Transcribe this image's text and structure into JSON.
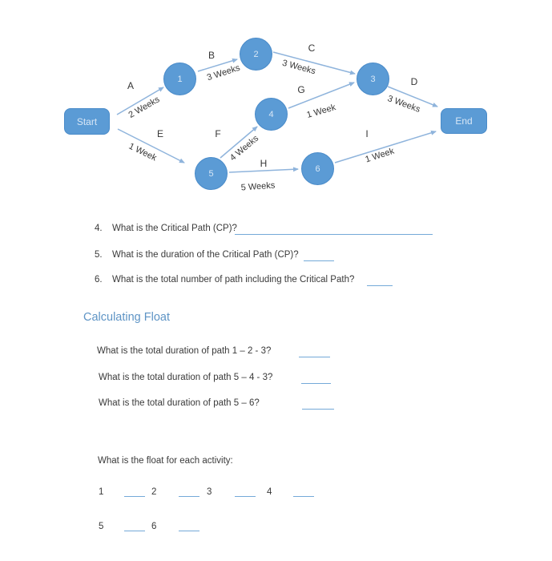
{
  "diagram": {
    "nodes": {
      "start": "Start",
      "n1": "1",
      "n2": "2",
      "n3": "3",
      "n4": "4",
      "n5": "5",
      "n6": "6",
      "end": "End"
    },
    "activities": {
      "a": {
        "letter": "A",
        "duration": "2 Weeks",
        "from": "Start",
        "to": "1"
      },
      "b": {
        "letter": "B",
        "duration": "3 Weeks",
        "from": "1",
        "to": "2"
      },
      "c": {
        "letter": "C",
        "duration": "3 Weeks",
        "from": "2",
        "to": "3"
      },
      "d": {
        "letter": "D",
        "duration": "3 Weeks",
        "from": "3",
        "to": "End"
      },
      "e": {
        "letter": "E",
        "duration": "1 Week",
        "from": "Start",
        "to": "5"
      },
      "f": {
        "letter": "F",
        "duration": "4 Weeks",
        "from": "5",
        "to": "4"
      },
      "g": {
        "letter": "G",
        "duration": "1 Week",
        "from": "4",
        "to": "3"
      },
      "h": {
        "letter": "H",
        "duration": "5 Weeks",
        "from": "5",
        "to": "6"
      },
      "i": {
        "letter": "I",
        "duration": "1 Week",
        "from": "6",
        "to": "End"
      }
    }
  },
  "questions": [
    {
      "number": "4.",
      "text": "What is the Critical Path (CP)?"
    },
    {
      "number": "5.",
      "text": "What is the duration of the Critical Path (CP)?"
    },
    {
      "number": "6.",
      "text": "What is the total number of path including the Critical Path?"
    }
  ],
  "float_section": {
    "heading": "Calculating Float",
    "path_questions": [
      "What is the total duration of path 1 – 2 - 3?",
      "What is the total duration of path 5 – 4 - 3?",
      "What is the total duration of path 5 – 6?"
    ],
    "float_prompt": "What is the float for each activity:",
    "float_row1": [
      "1",
      "2",
      "3",
      "4"
    ],
    "float_row2": [
      "5",
      "6"
    ]
  },
  "colors": {
    "node_fill": "#5b9bd5",
    "node_border": "#4a8bc9",
    "arrow": "#8fb4dc",
    "heading": "#5e94c5",
    "answer_line": "#74a9d8"
  }
}
